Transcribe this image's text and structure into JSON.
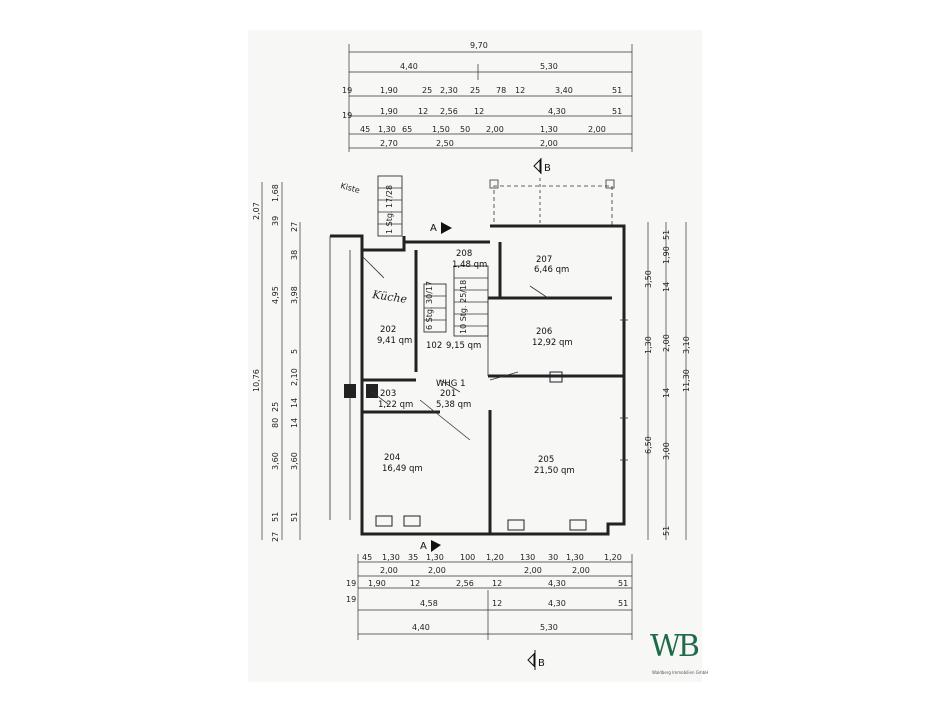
{
  "rooms": [
    {
      "number": "208",
      "area": "1,48 qm"
    },
    {
      "number": "207",
      "area": "6,46 qm"
    },
    {
      "number": "202",
      "area": "9,41 qm",
      "label": "Küche"
    },
    {
      "number": "206",
      "area": "12,92 qm"
    },
    {
      "number": "102",
      "area": "9,15 qm"
    },
    {
      "number": "203",
      "area": "1,22 qm"
    },
    {
      "number": "201",
      "area": "5,38 qm",
      "unit": "WHG 1"
    },
    {
      "number": "204",
      "area": "16,49 qm"
    },
    {
      "number": "205",
      "area": "21,50 qm"
    }
  ],
  "section_marks": {
    "a_top": "A",
    "a_bottom": "A",
    "b_top": "B",
    "b_bottom": "B"
  },
  "stairs": {
    "top": "1 Stg. 17/28",
    "left": "6 Stg. 30/17",
    "right": "10 Stg. 25/18",
    "annotation": "Kiste"
  },
  "dimensions": {
    "top": {
      "overall": "9,70",
      "row1": [
        "4,40",
        "5,30"
      ],
      "row2": [
        "19",
        "1,90",
        "25",
        "2,30",
        "25",
        "78",
        "12",
        "3,40",
        "51"
      ],
      "row3": [
        "19",
        "1,90",
        "12",
        "2,56",
        "12",
        "4,30",
        "51"
      ],
      "row4": [
        "45",
        "1,30",
        "65",
        "1,50",
        "50",
        "2,00",
        "1,30",
        "2,00"
      ],
      "row5": [
        "2,70",
        "2,50",
        "2,00"
      ]
    },
    "bottom": {
      "row1": [
        "45",
        "1,30",
        "35",
        "1,30",
        "100",
        "1,20",
        "130",
        "30",
        "1,30",
        "1,20"
      ],
      "row2": [
        "2,00",
        "2,00",
        "2,00",
        "2,00"
      ],
      "row3": [
        "19",
        "1,90",
        "12",
        "2,56",
        "12",
        "4,30",
        "51"
      ],
      "row4": [
        "19",
        "4,58",
        "12",
        "4,30",
        "51"
      ],
      "row5": [
        "4,40",
        "5,30"
      ]
    },
    "left": {
      "overall": "10,76",
      "col1": [
        "2,07",
        "4,95",
        "25",
        "80",
        "3,60",
        "51",
        "27"
      ],
      "col2": [
        "1,68",
        "39",
        "38",
        "3,98",
        "5",
        "2,10",
        "14",
        "14",
        "3,60",
        "51"
      ],
      "col3": [
        "27"
      ]
    },
    "right": {
      "col1": [
        "3,50",
        "1,30",
        "6,50"
      ],
      "col2": [
        "1,90",
        "14",
        "2,00",
        "14",
        "3,00",
        "51"
      ],
      "col3": [
        "51",
        "3,10",
        "11,30"
      ]
    }
  },
  "logo": {
    "text": "WB",
    "subtitle": "Waldberg Immobilien GmbH"
  }
}
